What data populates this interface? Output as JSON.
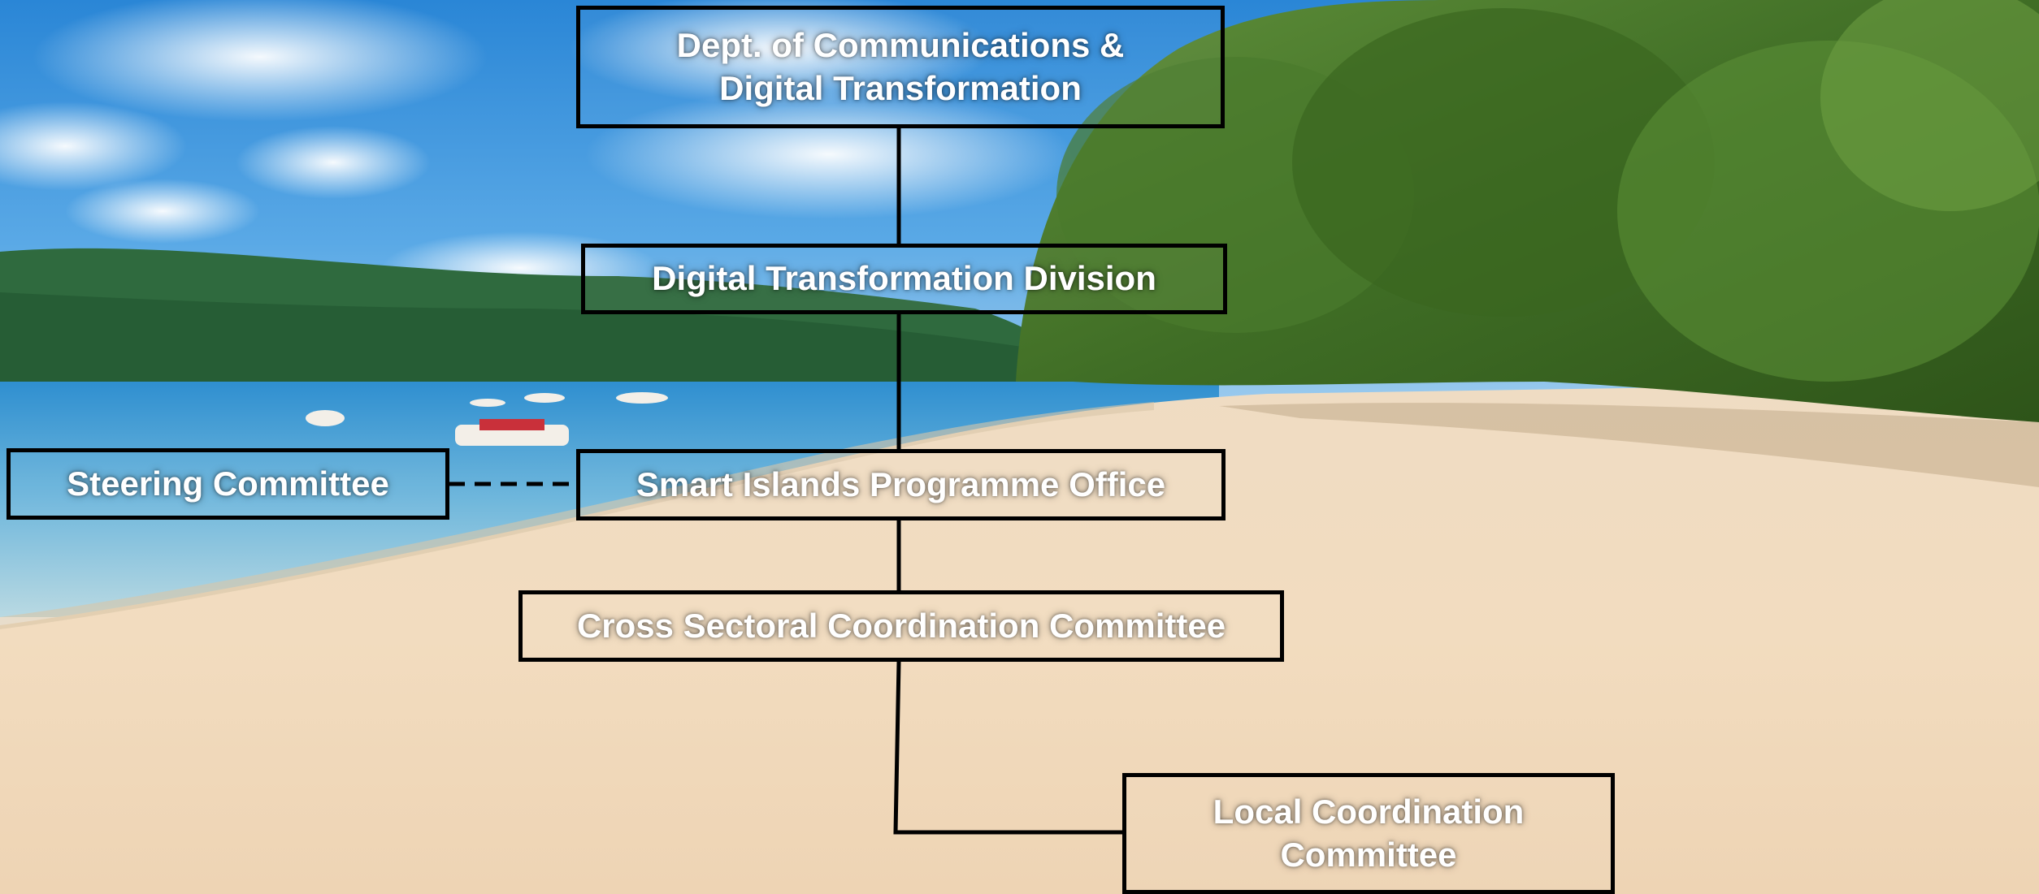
{
  "diagram": {
    "nodes": {
      "dept": {
        "line1": "Dept. of Communications &",
        "line2": "Digital Transformation"
      },
      "division": {
        "label": "Digital Transformation Division"
      },
      "steering": {
        "label": "Steering Committee"
      },
      "programme_office": {
        "label": "Smart Islands Programme Office"
      },
      "cross_sectoral": {
        "label": "Cross Sectoral Coordination Committee"
      },
      "local": {
        "line1": "Local Coordination",
        "line2": "Committee"
      }
    }
  },
  "colors": {
    "node_text": "#ffffff",
    "node_border": "#000000",
    "connector": "#000000"
  }
}
